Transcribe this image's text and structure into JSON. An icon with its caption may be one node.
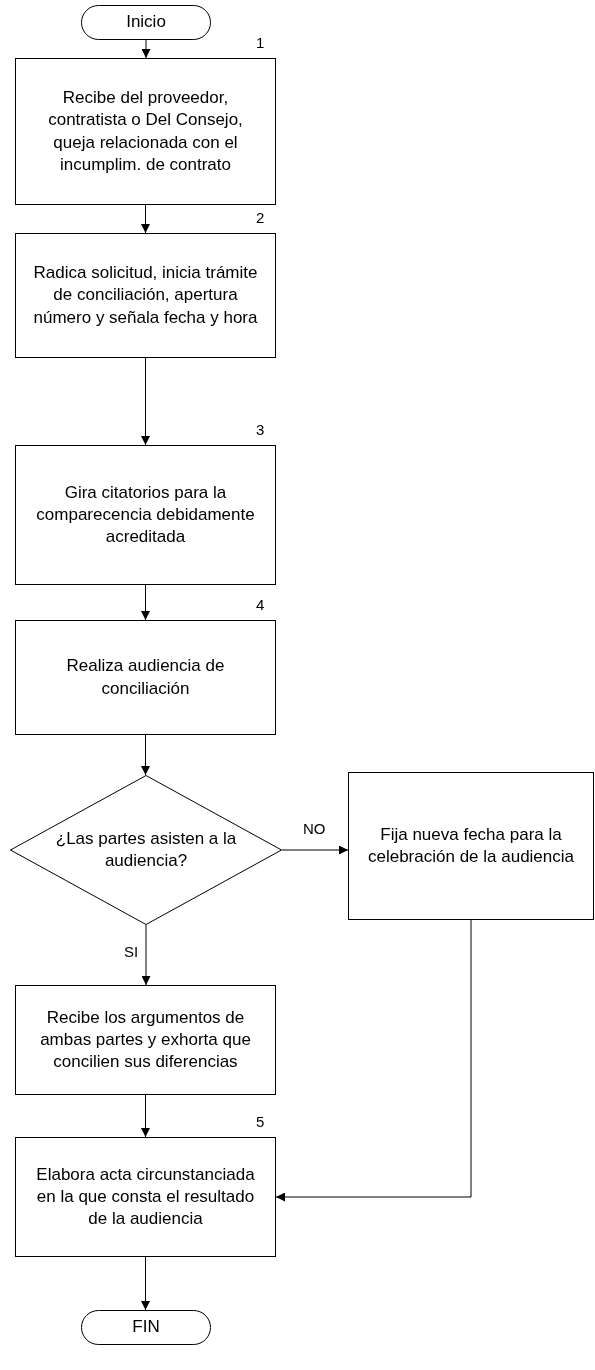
{
  "diagram": {
    "nodes": [
      {
        "text": [
          "Inicio"
        ]
      },
      {
        "text": [
          "Recibe del proveedor, contratista o Del Consejo, queja relacionada con el incumplim. de contrato"
        ],
        "beside": [
          "1"
        ]
      },
      {
        "text": [
          "Radica solicitud, inicia trámite de conciliación, apertura número y señala fecha y hora"
        ],
        "beside": [
          "2"
        ]
      },
      {
        "text": [
          "Gira citatorios para la comparecencia debidamente acreditada"
        ],
        "beside": [
          "3"
        ]
      },
      {
        "text": [
          "Realiza audiencia de conciliación"
        ],
        "beside": [
          "4"
        ]
      },
      {
        "text": [
          "¿Las partes asisten a la audiencia?"
        ]
      },
      {
        "text": [
          "Fija nueva fecha para la celebración de la audiencia"
        ]
      },
      {
        "text": [
          "Recibe los argumentos de ambas partes y exhorta que concilien sus diferencias"
        ]
      },
      {
        "text": [
          "Elabora acta circunstanciada en la que consta el resultado de la audiencia"
        ],
        "beside": [
          "5"
        ]
      },
      {
        "text": [
          "FIN"
        ]
      }
    ],
    "edges": [
      {
        "from": 0,
        "to": 1,
        "arrow": "to"
      },
      {
        "from": 1,
        "to": 2,
        "arrow": "to"
      },
      {
        "from": 2,
        "to": 3,
        "arrow": "to"
      },
      {
        "from": 3,
        "to": 4,
        "arrow": "to"
      },
      {
        "from": 4,
        "to": 5,
        "arrow": "to"
      },
      {
        "from": 5,
        "to": 6,
        "arrow": "to",
        "label": "NO"
      },
      {
        "from": 5,
        "to": 7,
        "arrow": "to",
        "label": "SI"
      },
      {
        "from": 6,
        "to": 8,
        "arrow": "to"
      },
      {
        "from": 7,
        "to": 8,
        "arrow": "to"
      },
      {
        "from": 8,
        "to": 9,
        "arrow": "to"
      }
    ]
  }
}
